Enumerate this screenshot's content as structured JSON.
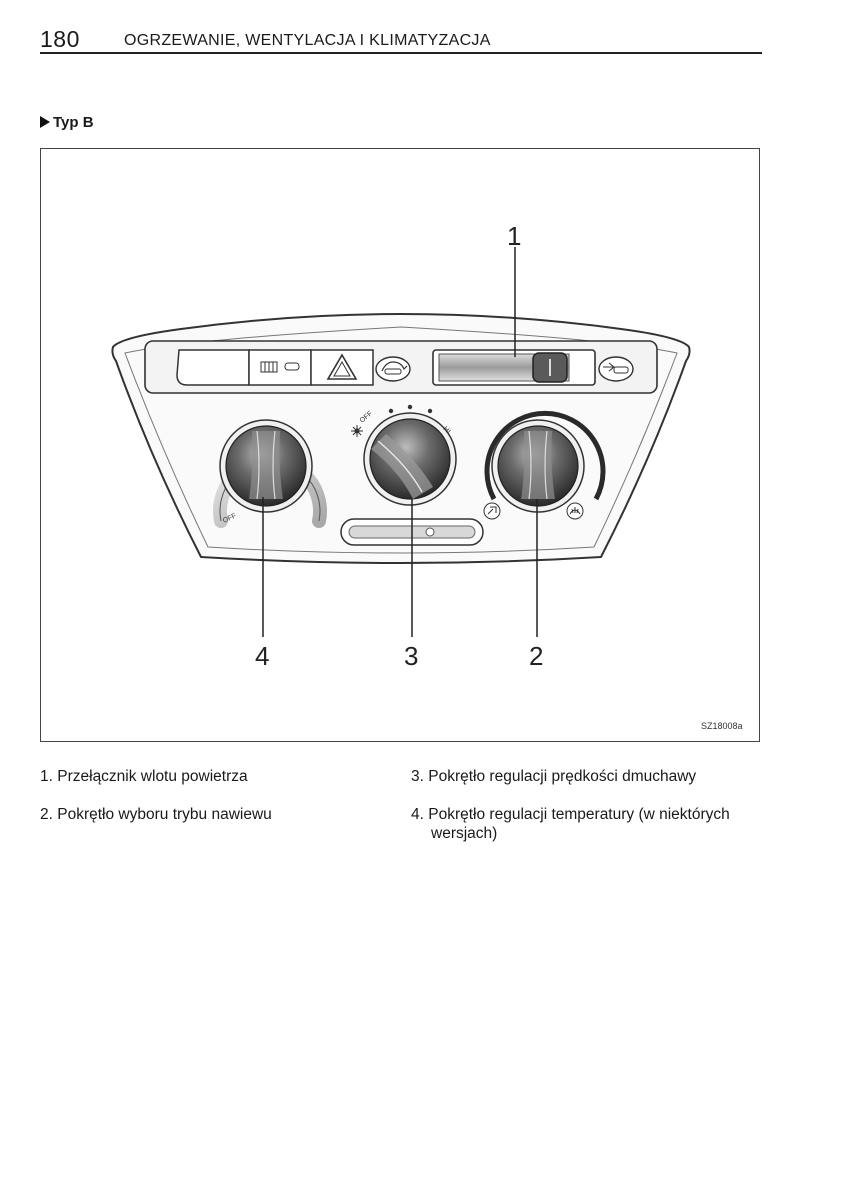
{
  "header": {
    "page_number": "180",
    "chapter_title": "OGRZEWANIE, WENTYLACJA I KLIMATYZACJA"
  },
  "section": {
    "label": "Typ B"
  },
  "figure": {
    "callouts": [
      "1",
      "2",
      "3",
      "4"
    ],
    "code": "SZ18008a",
    "knob_labels": {
      "temp_off": "OFF",
      "fan_off": "OFF",
      "fan_hi": "HI"
    }
  },
  "legend": [
    {
      "num": "1.",
      "text": "Przełącznik wlotu powietrza"
    },
    {
      "num": "2.",
      "text": "Pokrętło wyboru trybu nawiewu"
    },
    {
      "num": "3.",
      "text": "Pokrętło regulacji prędkości dmuchawy"
    },
    {
      "num": "4.",
      "text": "Pokrętło regulacji temperatury (w niektórych",
      "text2": "wersjach)"
    }
  ],
  "colors": {
    "panel_outline": "#333333",
    "knob_dark": "#3a3a3a",
    "knob_light": "#9a9a9a"
  }
}
